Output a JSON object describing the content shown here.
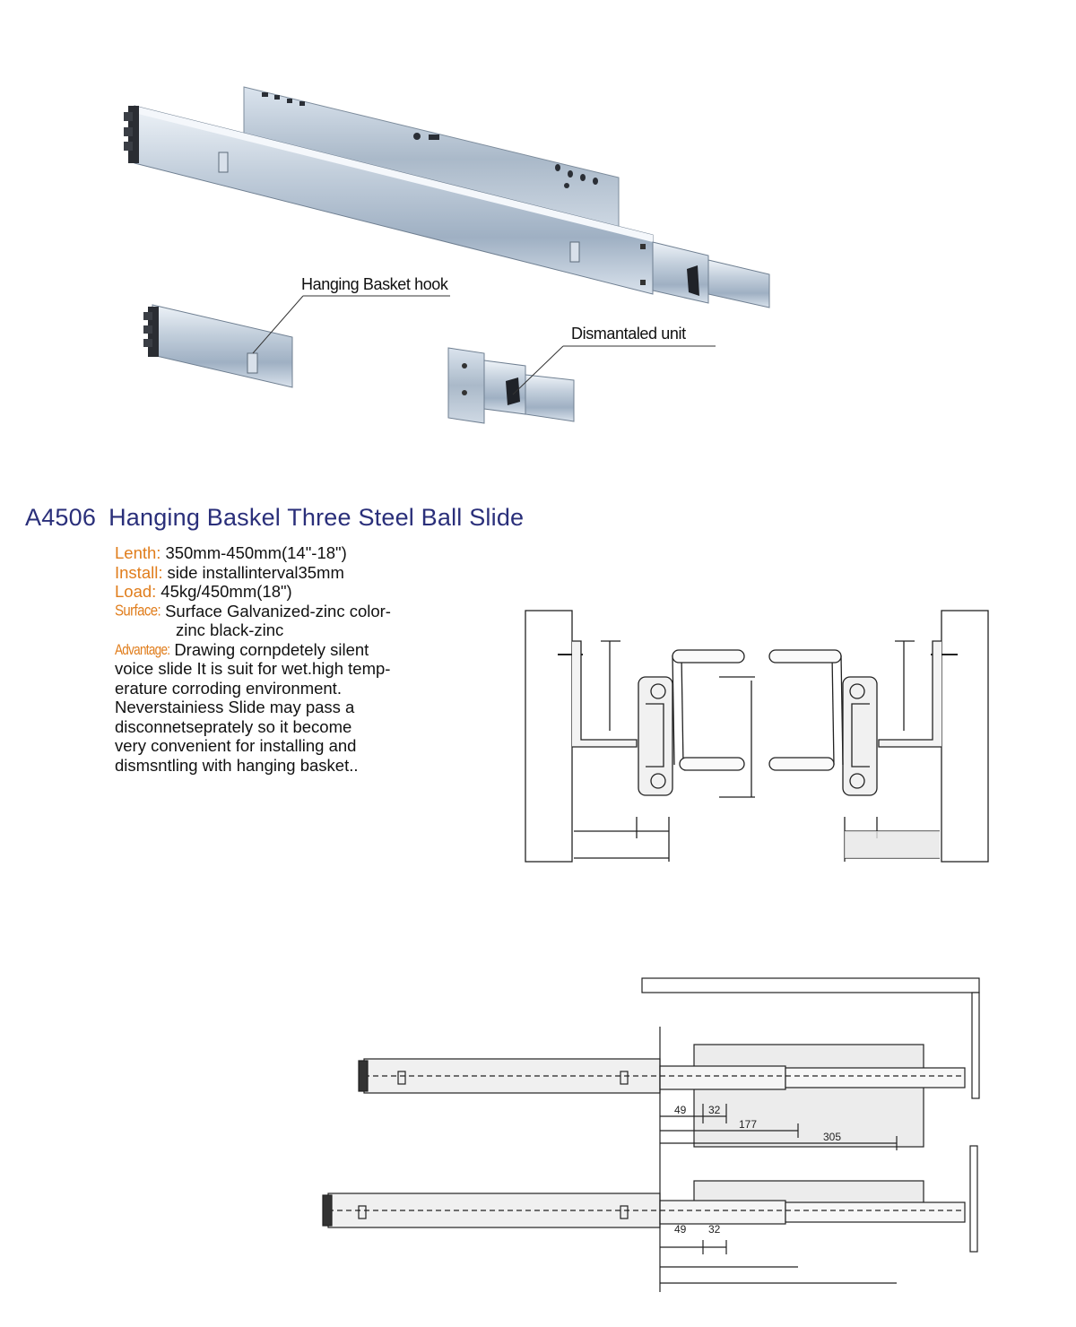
{
  "callouts": {
    "hook": "Hanging Basket hook",
    "dismantled": "Dismantaled unit"
  },
  "product": {
    "code": "A4506",
    "name": "Hanging Baskel Three Steel Ball Slide"
  },
  "specs": {
    "length_label": "Lenth:",
    "length_value": "350mm-450mm(14\"-18\")",
    "install_label": "Install:",
    "install_value": "side installinterval35mm",
    "load_label": "Load:",
    "load_value": "45kg/450mm(18\")",
    "surface_label": "Surface:",
    "surface_value_1": "Surface Galvanized-zinc color-",
    "surface_value_2": "zinc black-zinc",
    "advantage_label": "Advantage:",
    "advantage_line_1": "Drawing cornpdetely silent",
    "advantage_lines": [
      "voice slide It is suit for wet.high temp-",
      "erature corroding environment.",
      "Neverstainiess Slide may pass a",
      "disconnetseprately so it become",
      "very convenient for installing and",
      "dismsntling with hanging basket.."
    ]
  },
  "drawing": {
    "dim_49": "49",
    "dim_32": "32",
    "dim_177": "177",
    "dim_305": "305",
    "dim_49_b": "49",
    "dim_32_b": "32"
  },
  "colors": {
    "title": "#2a2f7a",
    "label": "#e07d1c",
    "steel": "#b9c6d6"
  }
}
